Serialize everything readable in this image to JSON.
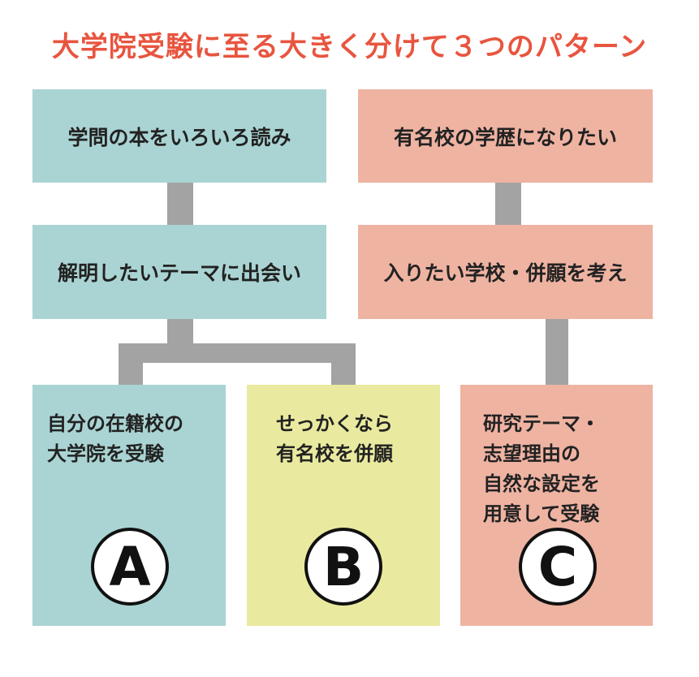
{
  "title": "大学院受験に至る大きく分けて３つのパターン",
  "left_column": {
    "box1": "学問の本をいろいろ読み",
    "box2": "解明したいテーマに出会い"
  },
  "right_column": {
    "box1": "有名校の学歴になりたい",
    "box2": "入りたい学校・併願を考え"
  },
  "patterns": [
    {
      "text": "自分の在籍校の\n大学院を受験",
      "letter": "A"
    },
    {
      "text": "せっかくなら\n有名校を併願",
      "letter": "B"
    },
    {
      "text": "研究テーマ・\n志望理由の\n自然な設定を\n用意して受験",
      "letter": "C"
    }
  ],
  "colors": {
    "title": "#e8553f",
    "blue": "#aad4d3",
    "pink": "#efb3a2",
    "yellow": "#e9ea9f",
    "connector": "#a3a3a3"
  }
}
